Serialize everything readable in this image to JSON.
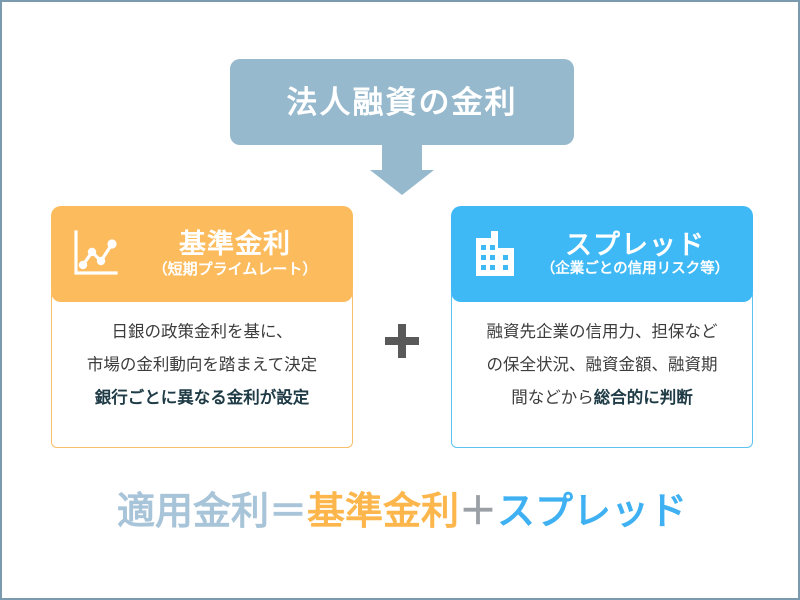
{
  "header": {
    "title": "法人融資の金利",
    "bg_color": "#96b9cd",
    "arrow_icon": "down-arrow-icon"
  },
  "cards": [
    {
      "key": "base-rate",
      "icon": "line-chart-icon",
      "title": "基準金利",
      "subtitle": "（短期プライムレート）",
      "head_color": "#fcbc5e",
      "border_color": "#f6bf6b",
      "body_lines": [
        {
          "text": "日銀の政策金利を基に、",
          "bold": false
        },
        {
          "text": "市場の金利動向を踏まえて決定",
          "bold": false
        },
        {
          "text": "銀行ごとに異なる金利が設定",
          "bold": true
        }
      ]
    },
    {
      "key": "spread",
      "icon": "building-icon",
      "title": "スプレッド",
      "subtitle": "（企業ごとの信用リスク等）",
      "head_color": "#3fb9f6",
      "border_color": "#5cc2f2",
      "body_lines": [
        {
          "text": "融資先企業の信用力、担保など",
          "bold": false
        },
        {
          "text": "の保全状況、融資金額、融資期",
          "bold": false
        },
        {
          "text": "間などから",
          "bold": false,
          "bold_tail": "総合的に判断"
        }
      ]
    }
  ],
  "operator_between_cards": "＋",
  "formula": {
    "applied_rate_label": "適用金利",
    "equals": "＝",
    "base_rate_label": "基準金利",
    "plus": "＋",
    "spread_label": "スプレッド",
    "colors": {
      "applied": "#a8c4d8",
      "base": "#fcb64b",
      "plus": "#9aa0a6",
      "spread": "#3fb1f3"
    }
  },
  "frame": {
    "border_color": "#7b9ab0",
    "background": "#ffffff"
  }
}
